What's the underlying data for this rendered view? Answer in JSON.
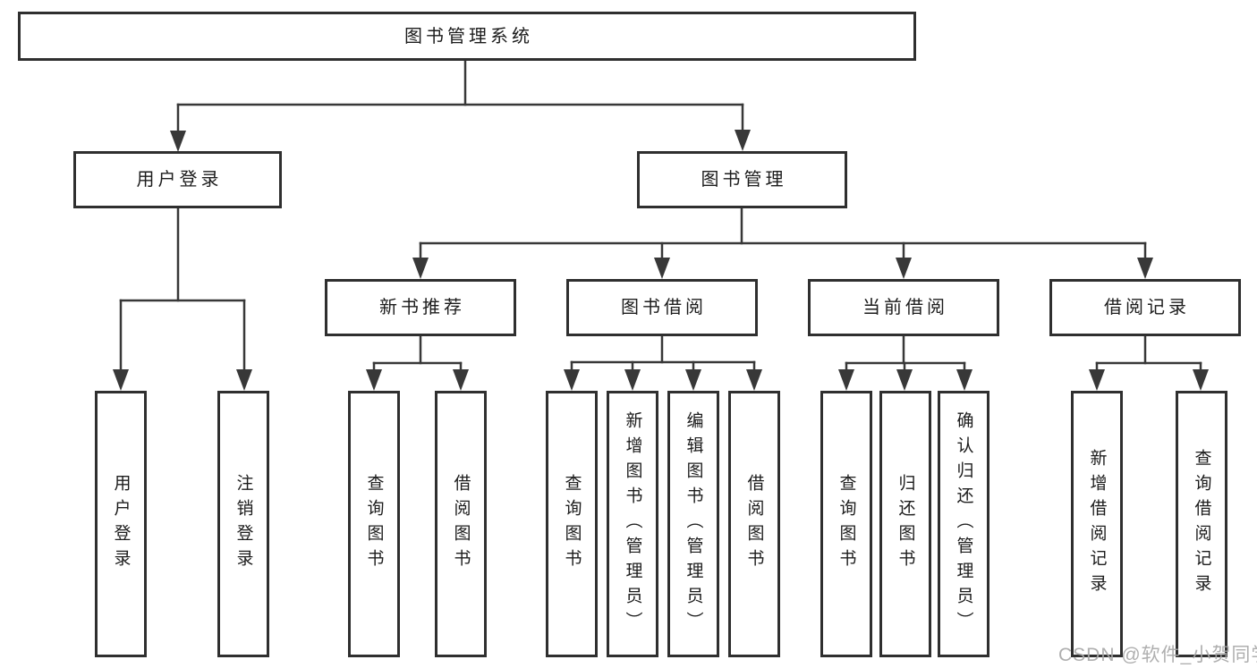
{
  "diagram_title": "图书管理系统",
  "colors": {
    "line": "#383838",
    "box_border": "#2f2f2f",
    "text": "#1c1c1c",
    "background": "#ffffff",
    "watermark": "#a8a8a8"
  },
  "tree": {
    "root": {
      "label": "图书管理系统"
    },
    "branches": [
      {
        "label": "用户登录",
        "children": [
          {
            "label": "用户登录"
          },
          {
            "label": "注销登录"
          }
        ]
      },
      {
        "label": "图书管理",
        "children": [
          {
            "label": "新书推荐",
            "children": [
              {
                "label": "查询图书"
              },
              {
                "label": "借阅图书"
              }
            ]
          },
          {
            "label": "图书借阅",
            "children": [
              {
                "label": "查询图书"
              },
              {
                "label": "新增图书（管理员）"
              },
              {
                "label": "编辑图书（管理员）"
              },
              {
                "label": "借阅图书"
              }
            ]
          },
          {
            "label": "当前借阅",
            "children": [
              {
                "label": "查询图书"
              },
              {
                "label": "归还图书"
              },
              {
                "label": "确认归还（管理员）"
              }
            ]
          },
          {
            "label": "借阅记录",
            "children": [
              {
                "label": "新增借阅记录"
              },
              {
                "label": "查询借阅记录"
              }
            ]
          }
        ]
      }
    ]
  },
  "watermark": {
    "text": "CSDN @软件_小贺同学"
  }
}
